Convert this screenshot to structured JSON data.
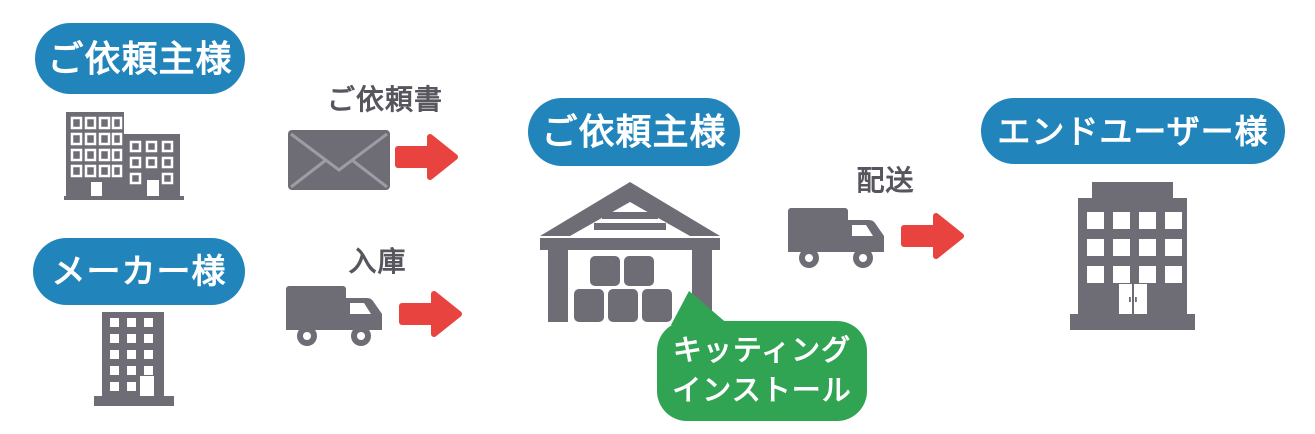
{
  "diagram": {
    "nodes": {
      "client": {
        "label": "ご依頼主様",
        "icon": "office-buildings-icon"
      },
      "maker": {
        "label": "メーカー様",
        "icon": "office-building-icon"
      },
      "warehouse": {
        "label": "ご依頼主様",
        "icon": "warehouse-icon"
      },
      "end_user": {
        "label": "エンドユーザー様",
        "icon": "office-building-icon"
      }
    },
    "flows": [
      {
        "label": "ご依頼書",
        "icon": "envelope-icon",
        "arrow": "red-arrow-right-icon"
      },
      {
        "label": "入庫",
        "icon": "truck-icon",
        "arrow": "red-arrow-right-icon"
      },
      {
        "label": "配送",
        "icon": "truck-icon",
        "arrow": "red-arrow-right-icon"
      }
    ],
    "callout": {
      "line1": "キッティング",
      "line2": "インストール"
    }
  },
  "colors": {
    "pill_blue": "#2185bc",
    "icon_gray": "#6e6d76",
    "arrow_red": "#e9433f",
    "callout_green": "#31a454",
    "label_gray": "#57555e",
    "text_white": "#ffffff"
  }
}
